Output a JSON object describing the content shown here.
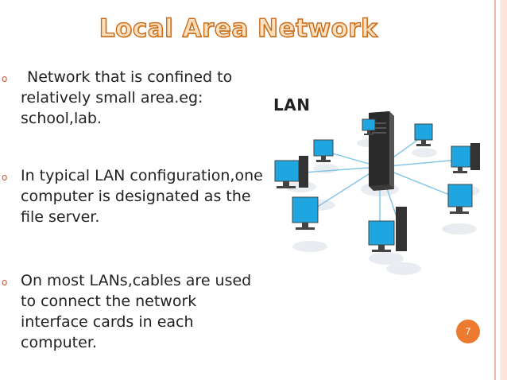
{
  "slide": {
    "title": "Local Area Network",
    "bullets": [
      {
        "marker": "o",
        "text": "Network that is confined to relatively small area.eg: school,lab."
      },
      {
        "marker": "o",
        "text": "In typical LAN configuration,one computer is designated as the file server."
      },
      {
        "marker": "o",
        "text": "On most LANs,cables are used to connect the network interface cards in each computer."
      }
    ],
    "figure": {
      "label": "LAN",
      "icons": [
        "server-icon",
        "computer-icon"
      ]
    },
    "page_number": "7"
  },
  "colors": {
    "title_fill": "#fbe0c0",
    "title_outline": "#c86b19",
    "bullet_marker": "#d9532b",
    "page_badge": "#ec7a2f",
    "cable": "#7fc3e6",
    "screen": "#1fa6e0"
  }
}
